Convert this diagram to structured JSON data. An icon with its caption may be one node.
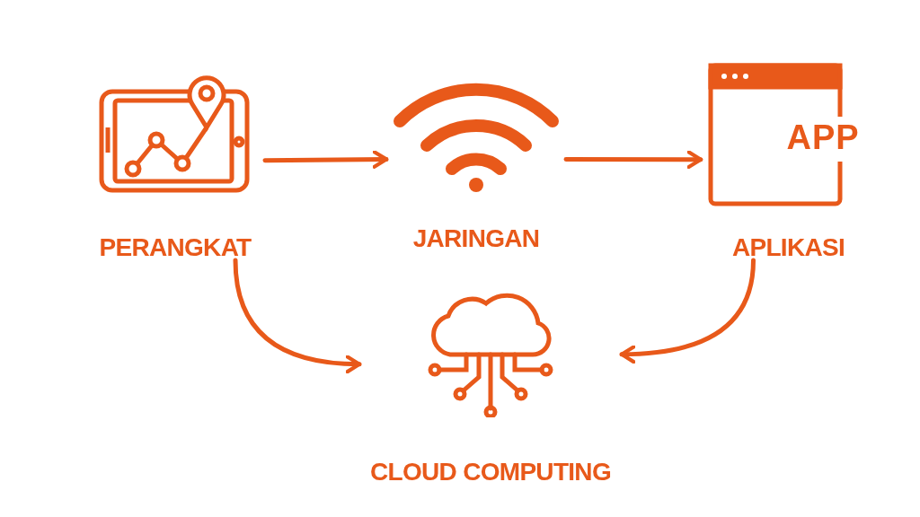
{
  "diagram": {
    "nodes": [
      {
        "text": [
          "PERANGKAT"
        ]
      },
      {
        "text": [
          "JARINGAN"
        ]
      },
      {
        "text": [
          "APLIKASI"
        ]
      },
      {
        "text": [
          "CLOUD COMPUTING"
        ]
      }
    ],
    "edges": [
      {
        "from": 0,
        "to": 1,
        "arrow": "to"
      },
      {
        "from": 1,
        "to": 2,
        "arrow": "to"
      },
      {
        "from": 0,
        "to": 3,
        "arrow": "to"
      },
      {
        "from": 2,
        "to": 3,
        "arrow": "to"
      }
    ],
    "labels": [
      "APP"
    ]
  }
}
